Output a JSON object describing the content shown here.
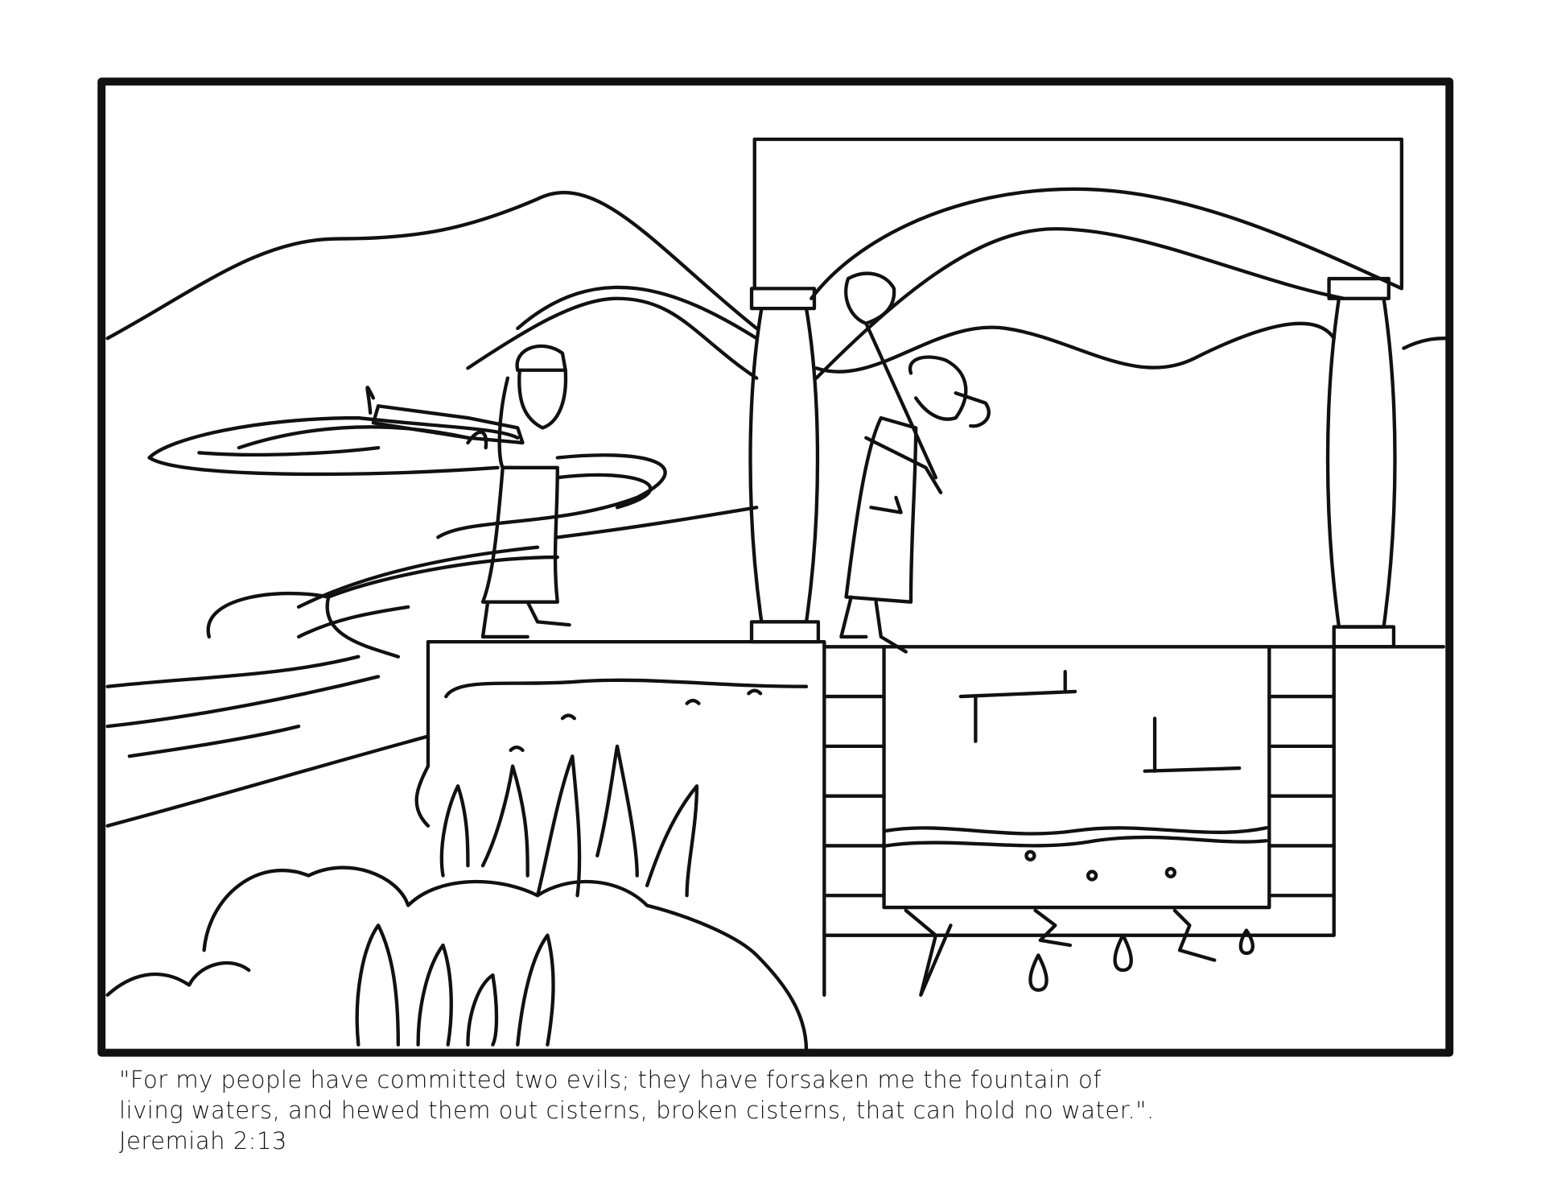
{
  "caption": {
    "line1": "\"For my people have committed two evils; they have forsaken me the fountain of",
    "line2": "living waters, and hewed them out cisterns, broken cisterns, that can hold no water.\".",
    "reference": "Jeremiah 2:13"
  },
  "colors": {
    "ink": "#111111",
    "paper": "#ffffff"
  }
}
